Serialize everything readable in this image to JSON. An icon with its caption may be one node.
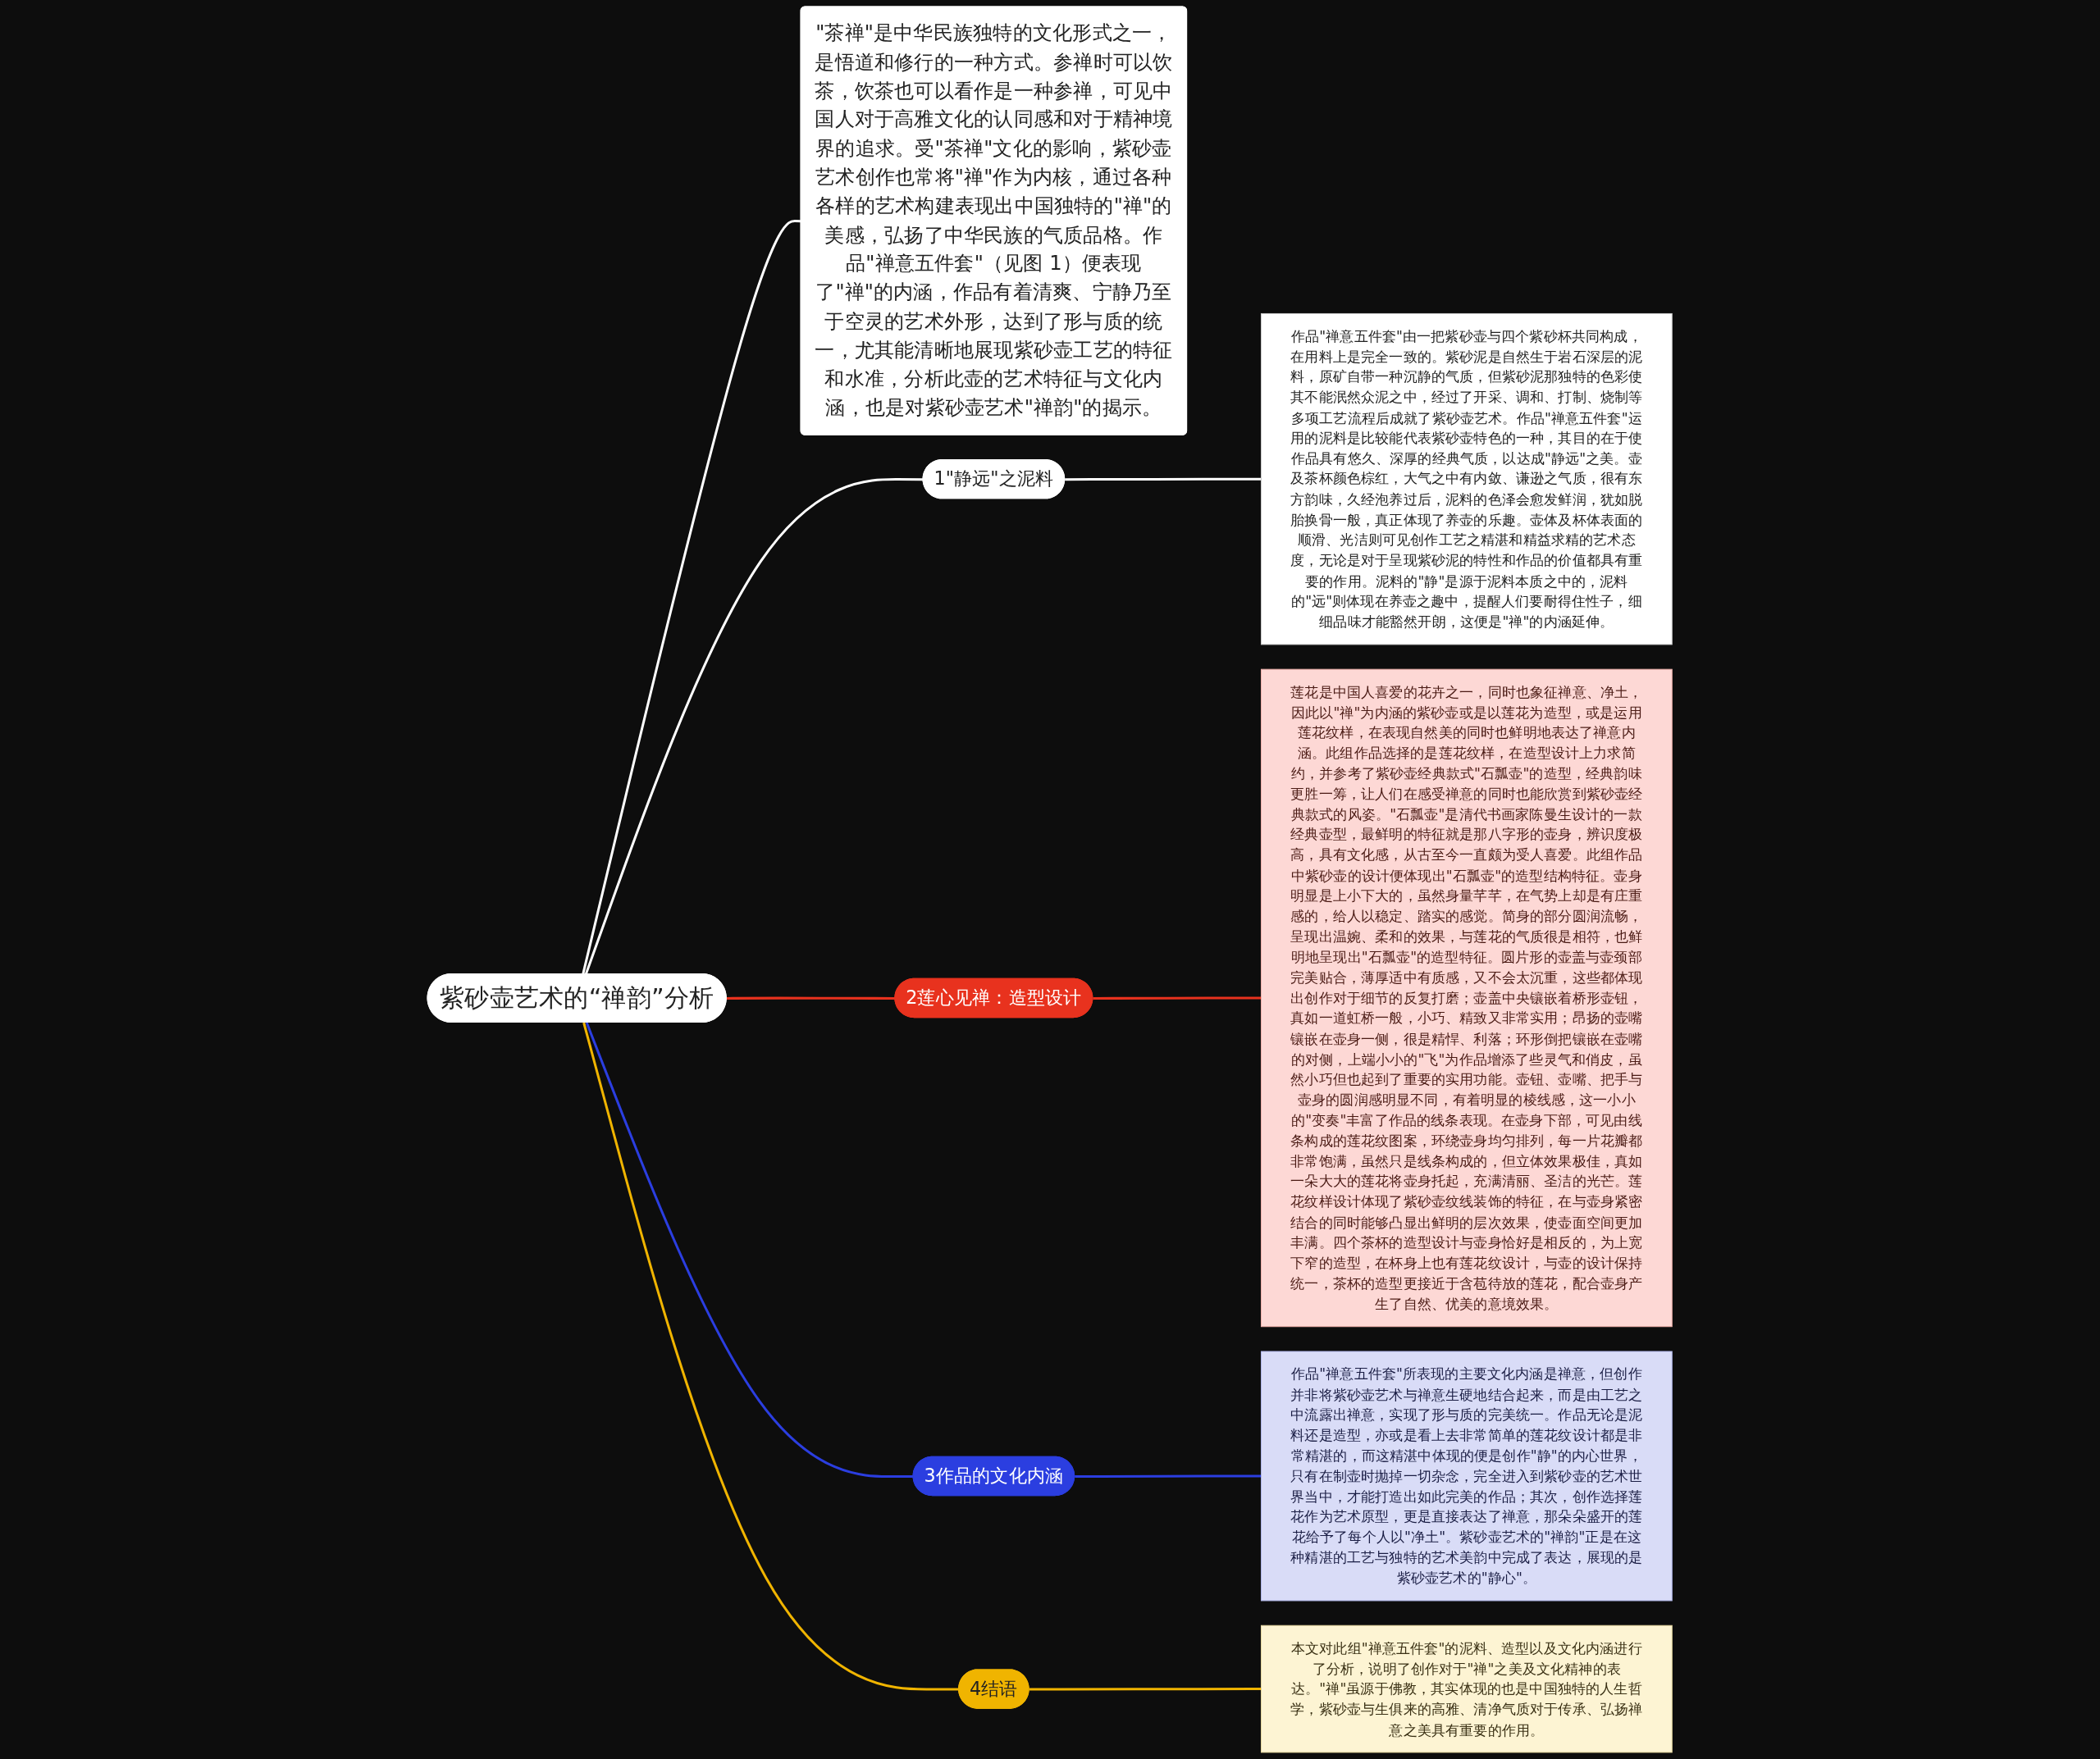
{
  "diagram": {
    "nodes": [
      {
        "text": [
          "紫砂壶艺术的“禅韵”分析"
        ]
      },
      {
        "text": [
          "\"茶禅\"是中华民族独特的文化形式之一，是悟道和修行的一种方式。参禅时可以饮茶，饮茶也可以看作是一种参禅，可见中国人对于高雅文化的认同感和对于精神境界的追求。受\"茶禅\"文化的影响，紫砂壶艺术创作也常将\"禅\"作为内核，通过各种各样的艺术构建表现出中国独特的\"禅\"的美感，弘扬了中华民族的气质品格。作品\"禅意五件套\"（见图 1）便表现了\"禅\"的内涵，作品有着清爽、宁静乃至于空灵的艺术外形，达到了形与质的统一，尤其能清晰地展现紫砂壶工艺的特征和水准，分析此壶的艺术特征与文化内涵，也是对紫砂壶艺术\"禅韵\"的揭示。"
        ]
      },
      {
        "text": [
          "1\"静远\"之泥料"
        ]
      },
      {
        "text": [
          "作品\"禅意五件套\"由一把紫砂壶与四个紫砂杯共同构成，在用料上是完全一致的。紫砂泥是自然生于岩石深层的泥料，原矿自带一种沉静的气质，但紫砂泥那独特的色彩使其不能泯然众泥之中，经过了开采、调和、打制、烧制等多项工艺流程后成就了紫砂壶艺术。作品\"禅意五件套\"运用的泥料是比较能代表紫砂壶特色的一种，其目的在于使作品具有悠久、深厚的经典气质，以达成\"静远\"之美。壶及茶杯颜色棕红，大气之中有内敛、谦逊之气质，很有东方韵味，久经泡养过后，泥料的色泽会愈发鲜润，犹如脱胎换骨一般，真正体现了养壶的乐趣。壶体及杯体表面的顺滑、光洁则可见创作工艺之精湛和精益求精的艺术态度，无论是对于呈现紫砂泥的特性和作品的价值都具有重要的作用。泥料的\"静\"是源于泥料本质之中的，泥料的\"远\"则体现在养壶之趣中，提醒人们要耐得住性子，细细品味才能豁然开朗，这便是\"禅\"的内涵延伸。"
        ]
      },
      {
        "text": [
          "2莲心见禅：造型设计"
        ]
      },
      {
        "text": [
          "莲花是中国人喜爱的花卉之一，同时也象征禅意、净土，因此以\"禅\"为内涵的紫砂壶或是以莲花为造型，或是运用莲花纹样，在表现自然美的同时也鲜明地表达了禅意内涵。此组作品选择的是莲花纹样，在造型设计上力求简约，并参考了紫砂壶经典款式\"石瓢壶\"的造型，经典韵味更胜一筹，让人们在感受禅意的同时也能欣赏到紫砂壶经典款式的风姿。\"石瓢壶\"是清代书画家陈曼生设计的一款经典壶型，最鲜明的特征就是那八字形的壶身，辨识度极高，具有文化感，从古至今一直颇为受人喜爱。此组作品中紫砂壶的设计便体现出\"石瓢壶\"的造型结构特征。壶身明显是上小下大的，虽然身量芊芊，在气势上却是有庄重感的，给人以稳定、踏实的感觉。简身的部分圆润流畅，呈现出温婉、柔和的效果，与莲花的气质很是相符，也鲜明地呈现出\"石瓢壶\"的造型特征。圆片形的壶盖与壶颈部完美贴合，薄厚适中有质感，又不会太沉重，这些都体现出创作对于细节的反复打磨；壶盖中央镶嵌着桥形壶钮，真如一道虹桥一般，小巧、精致又非常实用；昂扬的壶嘴镶嵌在壶身一侧，很是精悍、利落；环形倒把镶嵌在壶嘴的对侧，上端小小的\"飞\"为作品增添了些灵气和俏皮，虽然小巧但也起到了重要的实用功能。壶钮、壶嘴、把手与壶身的圆润感明显不同，有着明显的棱线感，这一小小的\"变奏\"丰富了作品的线条表现。在壶身下部，可见由线条构成的莲花纹图案，环绕壶身均匀排列，每一片花瓣都非常饱满，虽然只是线条构成的，但立体效果极佳，真如一朵大大的莲花将壶身托起，充满清丽、圣洁的光芒。莲花纹样设计体现了紫砂壶纹线装饰的特征，在与壶身紧密结合的同时能够凸显出鲜明的层次效果，使壶面空间更加丰满。四个茶杯的造型设计与壶身恰好是相反的，为上宽下窄的造型，在杯身上也有莲花纹设计，与壶的设计保持统一，茶杯的造型更接近于含苞待放的莲花，配合壶身产生了自然、优美的意境效果。"
        ]
      },
      {
        "text": [
          "3作品的文化内涵"
        ]
      },
      {
        "text": [
          "作品\"禅意五件套\"所表现的主要文化内涵是禅意，但创作并非将紫砂壶艺术与禅意生硬地结合起来，而是由工艺之中流露出禅意，实现了形与质的完美统一。作品无论是泥料还是造型，亦或是看上去非常简单的莲花纹设计都是非常精湛的，而这精湛中体现的便是创作\"静\"的内心世界，只有在制壶时抛掉一切杂念，完全进入到紫砂壶的艺术世界当中，才能打造出如此完美的作品；其次，创作选择莲花作为艺术原型，更是直接表达了禅意，那朵朵盛开的莲花给予了每个人以\"净土\"。紫砂壶艺术的\"禅韵\"正是在这种精湛的工艺与独特的艺术美韵中完成了表达，展现的是紫砂壶艺术的\"静心\"。"
        ]
      },
      {
        "text": [
          "4结语"
        ]
      },
      {
        "text": [
          "本文对此组\"禅意五件套\"的泥料、造型以及文化内涵进行了分析，说明了创作对于\"禅\"之美及文化精神的表达。\"禅\"虽源于佛教，其实体现的也是中国独特的人生哲学，紫砂壶与生俱来的高雅、清净气质对于传承、弘扬禅意之美具有重要的作用。"
        ]
      }
    ],
    "edges": [
      {
        "from": 0,
        "to": 1,
        "arrow": "none"
      },
      {
        "from": 0,
        "to": 2,
        "arrow": "none"
      },
      {
        "from": 2,
        "to": 3,
        "arrow": "none"
      },
      {
        "from": 0,
        "to": 4,
        "arrow": "none",
        "color": "#e8321e"
      },
      {
        "from": 4,
        "to": 5,
        "arrow": "none",
        "color": "#e8321e"
      },
      {
        "from": 0,
        "to": 6,
        "arrow": "none",
        "color": "#2b3ee0"
      },
      {
        "from": 6,
        "to": 7,
        "arrow": "none",
        "color": "#2b3ee0"
      },
      {
        "from": 0,
        "to": 8,
        "arrow": "none",
        "color": "#f0b400"
      },
      {
        "from": 8,
        "to": 9,
        "arrow": "none",
        "color": "#f0b400"
      }
    ]
  }
}
